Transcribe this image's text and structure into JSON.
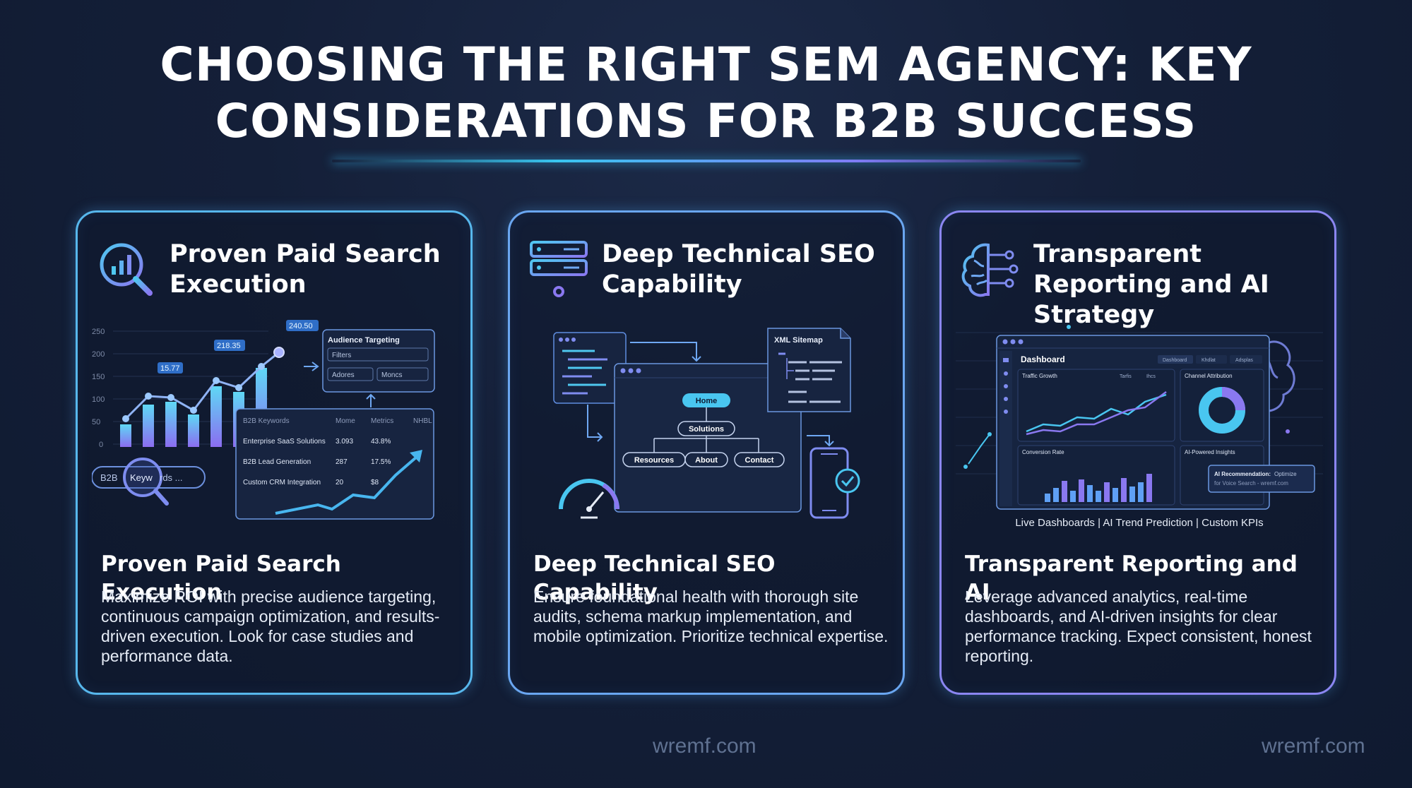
{
  "title": {
    "line1": "CHOOSING THE RIGHT SEM AGENCY: KEY",
    "line2": "CONSIDERATIONS FOR B2B SUCCESS"
  },
  "colors": {
    "background": "#141f38",
    "accent_cyan": "#39c6f0",
    "accent_violet": "#8b86f1"
  },
  "cards": [
    {
      "icon": "magnifier-chart-icon",
      "heading": "Proven Paid Search Execution",
      "subheading": "Proven Paid Search Execution",
      "body": "Maximize ROI with precise audience targeting, continuous campaign optimization, and results-driven execution. Look for case studies and performance data.",
      "illustration": {
        "y_ticks": [
          "250",
          "200",
          "150",
          "100",
          "50",
          "0"
        ],
        "callouts": [
          "15.77",
          "218.35",
          "240.50"
        ],
        "audience_panel": {
          "title": "Audience Targeting",
          "filter": "Filters",
          "options": [
            "Adores",
            "Moncs"
          ]
        },
        "keyword_table": {
          "headers": [
            "B2B Keywords",
            "Mome",
            "Metrics",
            "NHBL"
          ],
          "rows": [
            [
              "Enterprise SaaS Solutions",
              "3.093",
              "43.8%"
            ],
            [
              "B2B Lead Generation",
              "287",
              "17.5%"
            ],
            [
              "Custom CRM Integration",
              "20",
              "$8"
            ]
          ]
        },
        "search_pill": {
          "left": "B2B",
          "focus": "Keyw",
          "right": "rds ..."
        }
      }
    },
    {
      "icon": "server-stack-icon",
      "heading": "Deep Technical SEO Capability",
      "subheading": "Deep Technical SEO Capability",
      "body": "Ensure foundational health with thorough site audits, schema markup implementation, and mobile optimization. Prioritize technical expertise.",
      "illustration": {
        "sitemap_label": "XML Sitemap",
        "nodes": {
          "root": "Home",
          "middle": "Solutions",
          "leaves": [
            "Resources",
            "About",
            "Contact"
          ]
        }
      }
    },
    {
      "icon": "ai-brain-icon",
      "heading": "Transparent Reporting and AI Strategy",
      "subheading": "Transparent Reporting and AI",
      "body": "Leverage advanced analytics, real-time dashboards, and AI-driven insights for clear performance tracking. Expect consistent, honest reporting.",
      "illustration": {
        "dashboard_title": "Dashboard",
        "tabs": [
          "Dashboard",
          "Khdlat",
          "Adsplas"
        ],
        "panels": {
          "traffic": "Traffic Growth",
          "legend": [
            "Tarfis",
            "Ihcs"
          ],
          "attribution": "Channel Attribution",
          "conversion": "Conversion Rate",
          "insights": "AI-Powered Insights"
        },
        "recommendation": {
          "label": "AI Recommendation:",
          "text": "Optimize",
          "line2": "for Voice Search - wremf.com"
        },
        "caption": "Live Dashboards | AI Trend Prediction | Custom KPIs"
      }
    }
  ],
  "watermark": "wremf.com"
}
